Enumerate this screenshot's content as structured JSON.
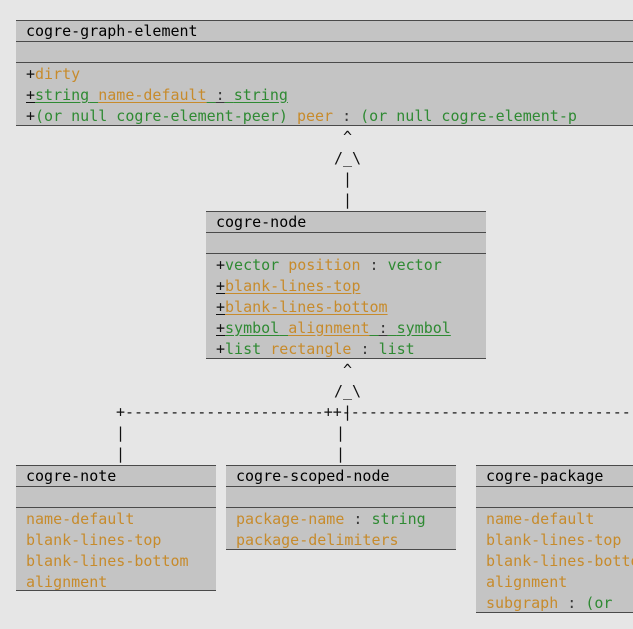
{
  "classes": {
    "graph_element": {
      "name": "cogre-graph-element",
      "attrs": [
        [
          {
            "t": "+",
            "c": "p"
          },
          {
            "t": "dirty",
            "c": "n"
          }
        ],
        [
          {
            "t": "+",
            "c": "p u"
          },
          {
            "t": "string",
            "c": "t u"
          },
          {
            "t": " ",
            "c": "t u"
          },
          {
            "t": "name-default",
            "c": "n u"
          },
          {
            "t": " ",
            "c": "t u"
          },
          {
            "t": ":",
            "c": "k u"
          },
          {
            "t": " ",
            "c": "t u"
          },
          {
            "t": "string",
            "c": "t u"
          }
        ],
        [
          {
            "t": "+",
            "c": "p"
          },
          {
            "t": "(or null cogre-element-peer)",
            "c": "t"
          },
          {
            "t": " ",
            "c": "t"
          },
          {
            "t": "peer",
            "c": "n"
          },
          {
            "t": " : ",
            "c": "k"
          },
          {
            "t": "(or null cogre-element-p",
            "c": "t"
          }
        ]
      ]
    },
    "node": {
      "name": "cogre-node",
      "attrs": [
        [
          {
            "t": "+",
            "c": "p"
          },
          {
            "t": "vector",
            "c": "t"
          },
          {
            "t": " ",
            "c": "t"
          },
          {
            "t": "position",
            "c": "n"
          },
          {
            "t": " : ",
            "c": "k"
          },
          {
            "t": "vector",
            "c": "t"
          }
        ],
        [
          {
            "t": "+",
            "c": "p u"
          },
          {
            "t": "blank-lines-top",
            "c": "n u"
          }
        ],
        [
          {
            "t": "+",
            "c": "p u"
          },
          {
            "t": "blank-lines-bottom",
            "c": "n u"
          }
        ],
        [
          {
            "t": "+",
            "c": "p u"
          },
          {
            "t": "symbol",
            "c": "t u"
          },
          {
            "t": " ",
            "c": "t u"
          },
          {
            "t": "alignment",
            "c": "n u"
          },
          {
            "t": " ",
            "c": "t u"
          },
          {
            "t": ":",
            "c": "k u"
          },
          {
            "t": " ",
            "c": "t u"
          },
          {
            "t": "symbol",
            "c": "t u"
          }
        ],
        [
          {
            "t": "+",
            "c": "p"
          },
          {
            "t": "list",
            "c": "t"
          },
          {
            "t": " ",
            "c": "t"
          },
          {
            "t": "rectangle",
            "c": "n"
          },
          {
            "t": " : ",
            "c": "k"
          },
          {
            "t": "list",
            "c": "t"
          }
        ]
      ]
    },
    "note": {
      "name": "cogre-note",
      "attrs": [
        [
          {
            "t": "name-default",
            "c": "n"
          }
        ],
        [
          {
            "t": "blank-lines-top",
            "c": "n"
          }
        ],
        [
          {
            "t": "blank-lines-bottom",
            "c": "n"
          }
        ],
        [
          {
            "t": "alignment",
            "c": "n"
          }
        ]
      ]
    },
    "scoped_node": {
      "name": "cogre-scoped-node",
      "attrs": [
        [
          {
            "t": "package-name",
            "c": "n"
          },
          {
            "t": " : ",
            "c": "k"
          },
          {
            "t": "string",
            "c": "t"
          }
        ],
        [
          {
            "t": "package-delimiters",
            "c": "n"
          }
        ]
      ]
    },
    "package": {
      "name": "cogre-package",
      "attrs": [
        [
          {
            "t": "name-default",
            "c": "n"
          }
        ],
        [
          {
            "t": "blank-lines-top",
            "c": "n"
          }
        ],
        [
          {
            "t": "blank-lines-bottom",
            "c": "n"
          }
        ],
        [
          {
            "t": "alignment",
            "c": "n"
          }
        ],
        [
          {
            "t": "subgraph",
            "c": "n"
          },
          {
            "t": " : ",
            "c": "k"
          },
          {
            "t": "(or",
            "c": "t"
          }
        ]
      ]
    }
  },
  "connectors": {
    "upper": [
      " ^",
      "/_\\",
      " |",
      " |"
    ],
    "lower": [
      " ^",
      "/_\\",
      " |"
    ],
    "branch_line": "+----------------------++-----------------------------------",
    "branch_tails": {
      "left": [
        "|",
        "|"
      ],
      "middle": [
        "|",
        "|"
      ]
    }
  }
}
